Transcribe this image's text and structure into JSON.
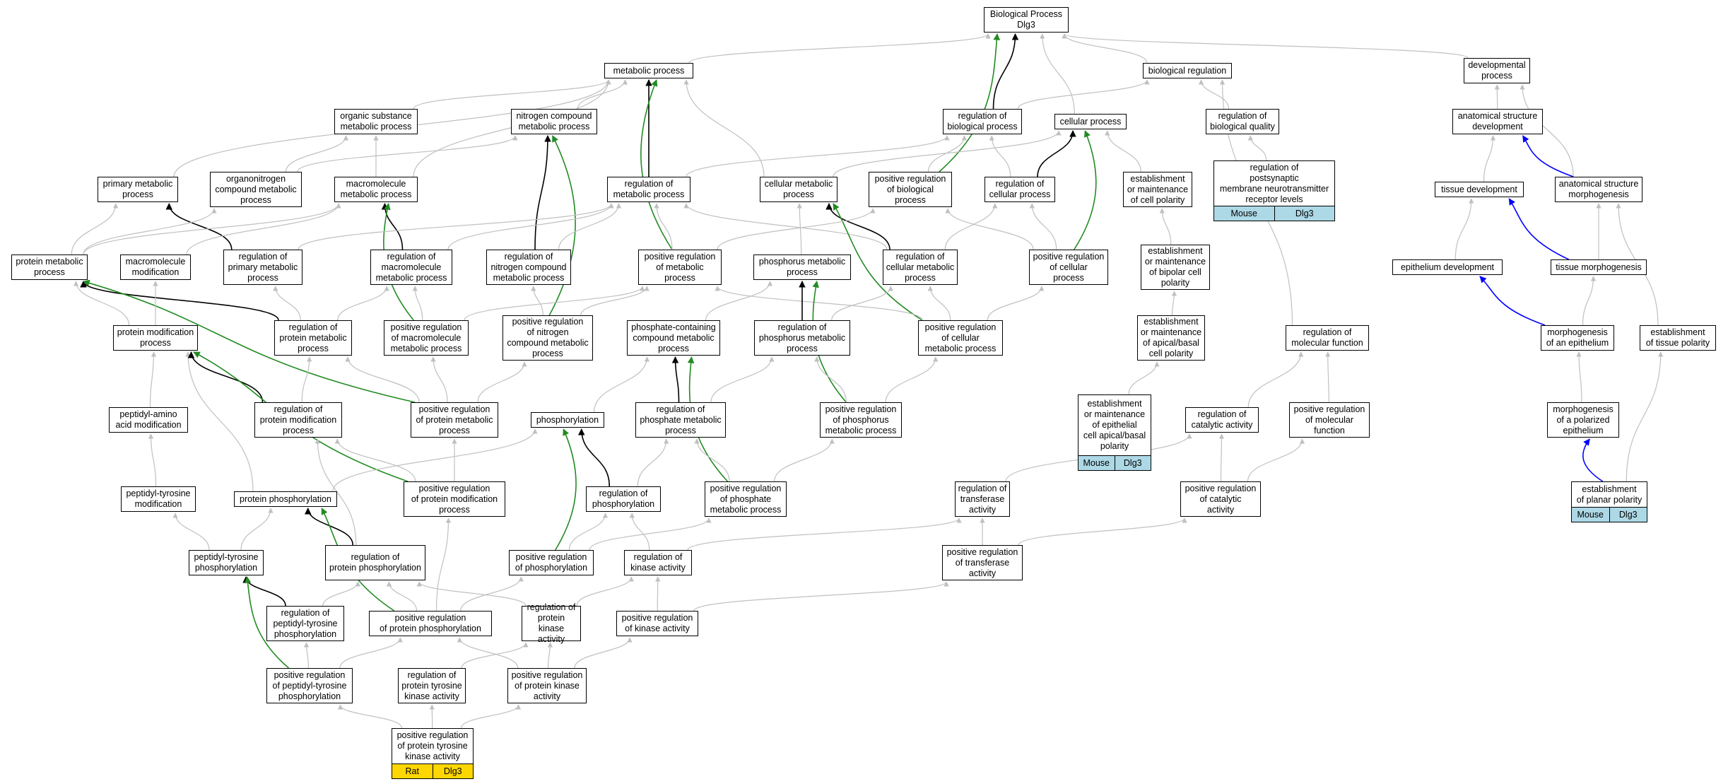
{
  "colors": {
    "gray": "#c0c0c0",
    "black": "#000000",
    "green": "#228b22",
    "blue": "#0000ff",
    "light_blue": "#add8e6",
    "gold": "#ffd700"
  },
  "nodes": [
    {
      "id": "bp",
      "label": "Biological Process\nDlg3"
    },
    {
      "id": "metabolic",
      "label": "metabolic process"
    },
    {
      "id": "bioreg",
      "label": "biological regulation"
    },
    {
      "id": "devproc",
      "label": "developmental\nprocess"
    },
    {
      "id": "orgsub",
      "label": "organic substance\nmetabolic process"
    },
    {
      "id": "nitro",
      "label": "nitrogen compound\nmetabolic process"
    },
    {
      "id": "regbio",
      "label": "regulation of\nbiological process"
    },
    {
      "id": "cellproc",
      "label": "cellular process"
    },
    {
      "id": "regqual",
      "label": "regulation of\nbiological quality"
    },
    {
      "id": "anatdev",
      "label": "anatomical structure\ndevelopment"
    },
    {
      "id": "primary",
      "label": "primary metabolic\nprocess"
    },
    {
      "id": "organonitro",
      "label": "organonitrogen\ncompound metabolic\nprocess"
    },
    {
      "id": "macro",
      "label": "macromolecule\nmetabolic process"
    },
    {
      "id": "regmeta",
      "label": "regulation of\nmetabolic process"
    },
    {
      "id": "cellmeta",
      "label": "cellular metabolic\nprocess"
    },
    {
      "id": "posregbio",
      "label": "positive regulation\nof biological\nprocess"
    },
    {
      "id": "regcell",
      "label": "regulation of\ncellular process"
    },
    {
      "id": "estpol",
      "label": "establishment\nor maintenance\nof cell polarity"
    },
    {
      "id": "regpost",
      "label": "regulation of\npostsynaptic\nmembrane neurotransmitter\nreceptor levels",
      "tags": [
        "Mouse",
        "Dlg3"
      ],
      "tag_color": "light_blue"
    },
    {
      "id": "tissdev",
      "label": "tissue development"
    },
    {
      "id": "anatmorph",
      "label": "anatomical structure\nmorphogenesis"
    },
    {
      "id": "protmeta",
      "label": "protein metabolic\nprocess"
    },
    {
      "id": "macromod",
      "label": "macromolecule\nmodification"
    },
    {
      "id": "regprim",
      "label": "regulation of\nprimary metabolic\nprocess"
    },
    {
      "id": "regmacro",
      "label": "regulation of\nmacromolecule\nmetabolic process"
    },
    {
      "id": "regnitro",
      "label": "regulation of\nnitrogen compound\nmetabolic process"
    },
    {
      "id": "posregmeta",
      "label": "positive regulation\nof metabolic\nprocess"
    },
    {
      "id": "phosmeta",
      "label": "phosphorus metabolic\nprocess"
    },
    {
      "id": "regcellmeta",
      "label": "regulation of\ncellular metabolic\nprocess"
    },
    {
      "id": "posregcell",
      "label": "positive regulation\nof cellular\nprocess"
    },
    {
      "id": "estbipolar",
      "label": "establishment\nor maintenance\nof bipolar cell\npolarity"
    },
    {
      "id": "epidev",
      "label": "epithelium development"
    },
    {
      "id": "tissmorph",
      "label": "tissue morphogenesis"
    },
    {
      "id": "protmod",
      "label": "protein modification\nprocess"
    },
    {
      "id": "regprotmeta",
      "label": "regulation of\nprotein metabolic\nprocess"
    },
    {
      "id": "posregmacro",
      "label": "positive regulation\nof macromolecule\nmetabolic process"
    },
    {
      "id": "posregnitro",
      "label": "positive regulation\nof nitrogen\ncompound metabolic\nprocess"
    },
    {
      "id": "phoscont",
      "label": "phosphate-containing\ncompound metabolic\nprocess"
    },
    {
      "id": "regphosph",
      "label": "regulation of\nphosphorus metabolic\nprocess"
    },
    {
      "id": "posregcellmeta",
      "label": "positive regulation\nof cellular\nmetabolic process"
    },
    {
      "id": "estapical",
      "label": "establishment\nor maintenance\nof apical/basal\ncell polarity"
    },
    {
      "id": "regmolfn",
      "label": "regulation of\nmolecular function"
    },
    {
      "id": "morphepi",
      "label": "morphogenesis\nof an epithelium"
    },
    {
      "id": "esttisspol",
      "label": "establishment\nof tissue polarity"
    },
    {
      "id": "peptamino",
      "label": "peptidyl-amino\nacid modification"
    },
    {
      "id": "regprotmod",
      "label": "regulation of\nprotein modification\nprocess"
    },
    {
      "id": "posregprotmeta",
      "label": "positive regulation\nof protein metabolic\nprocess"
    },
    {
      "id": "phosphorylation",
      "label": "phosphorylation"
    },
    {
      "id": "regphosphate",
      "label": "regulation of\nphosphate metabolic\nprocess"
    },
    {
      "id": "posregphosph",
      "label": "positive regulation\nof phosphorus\nmetabolic process"
    },
    {
      "id": "estepithelial",
      "label": "establishment\nor maintenance\nof epithelial\ncell apical/basal\npolarity",
      "tags": [
        "Mouse",
        "Dlg3"
      ],
      "tag_color": "light_blue"
    },
    {
      "id": "regcat",
      "label": "regulation of\ncatalytic activity"
    },
    {
      "id": "posregmolfn",
      "label": "positive regulation\nof molecular\nfunction"
    },
    {
      "id": "morphpol",
      "label": "morphogenesis\nof a polarized\nepithelium"
    },
    {
      "id": "pepttyrmod",
      "label": "peptidyl-tyrosine\nmodification"
    },
    {
      "id": "protphos",
      "label": "protein phosphorylation"
    },
    {
      "id": "posregprotmod",
      "label": "positive regulation\nof protein modification\nprocess"
    },
    {
      "id": "regphosphoryl",
      "label": "regulation of\nphosphorylation"
    },
    {
      "id": "posregphosphate",
      "label": "positive regulation\nof phosphate\nmetabolic process"
    },
    {
      "id": "regtrans",
      "label": "regulation of\ntransferase\nactivity"
    },
    {
      "id": "posregcat",
      "label": "positive regulation\nof catalytic\nactivity"
    },
    {
      "id": "estplanar",
      "label": "establishment\nof planar polarity",
      "tags": [
        "Mouse",
        "Dlg3"
      ],
      "tag_color": "light_blue"
    },
    {
      "id": "pepttyrphos",
      "label": "peptidyl-tyrosine\nphosphorylation"
    },
    {
      "id": "regprotphos",
      "label": "regulation of\nprotein phosphorylation"
    },
    {
      "id": "posregphosphoryl",
      "label": "positive regulation\nof phosphorylation"
    },
    {
      "id": "regkinase",
      "label": "regulation of\nkinase activity"
    },
    {
      "id": "posregtrans",
      "label": "positive regulation\nof transferase\nactivity"
    },
    {
      "id": "regpepttyr",
      "label": "regulation of\npeptidyl-tyrosine\nphosphorylation"
    },
    {
      "id": "posregprotphos",
      "label": "positive regulation\nof protein phosphorylation"
    },
    {
      "id": "regprotkinase",
      "label": "regulation of\nprotein kinase\nactivity"
    },
    {
      "id": "posregkinase",
      "label": "positive regulation\nof kinase activity"
    },
    {
      "id": "posregpepttyr",
      "label": "positive regulation\nof peptidyl-tyrosine\nphosphorylation"
    },
    {
      "id": "regprottyr",
      "label": "regulation of\nprotein tyrosine\nkinase activity"
    },
    {
      "id": "posregprotkinase",
      "label": "positive regulation\nof protein kinase\nactivity"
    },
    {
      "id": "posregprottyr",
      "label": "positive regulation\nof protein tyrosine\nkinase activity",
      "tags": [
        "Rat",
        "Dlg3"
      ],
      "tag_color": "gold"
    }
  ],
  "edges": [
    [
      "metabolic",
      "bp",
      "gray"
    ],
    [
      "bioreg",
      "bp",
      "gray"
    ],
    [
      "devproc",
      "bp",
      "gray"
    ],
    [
      "cellproc",
      "bp",
      "gray"
    ],
    [
      "regbio",
      "bp",
      "black"
    ],
    [
      "posregbio",
      "bp",
      "green"
    ],
    [
      "orgsub",
      "metabolic",
      "gray"
    ],
    [
      "nitro",
      "metabolic",
      "gray"
    ],
    [
      "primary",
      "metabolic",
      "gray"
    ],
    [
      "macro",
      "metabolic",
      "gray"
    ],
    [
      "cellmeta",
      "metabolic",
      "gray"
    ],
    [
      "regmeta",
      "metabolic",
      "black"
    ],
    [
      "posregmeta",
      "metabolic",
      "green"
    ],
    [
      "regbio",
      "bioreg",
      "gray"
    ],
    [
      "regqual",
      "bioreg",
      "gray"
    ],
    [
      "regmolfn",
      "bioreg",
      "gray"
    ],
    [
      "anatdev",
      "devproc",
      "gray"
    ],
    [
      "anatmorph",
      "devproc",
      "gray"
    ],
    [
      "organonitro",
      "orgsub",
      "gray"
    ],
    [
      "macro",
      "orgsub",
      "gray"
    ],
    [
      "organonitro",
      "nitro",
      "gray"
    ],
    [
      "regnitro",
      "nitro",
      "black"
    ],
    [
      "posregnitro",
      "nitro",
      "green"
    ],
    [
      "regmeta",
      "regbio",
      "gray"
    ],
    [
      "posregbio",
      "regbio",
      "gray"
    ],
    [
      "regcell",
      "regbio",
      "gray"
    ],
    [
      "cellmeta",
      "cellproc",
      "gray"
    ],
    [
      "estpol",
      "cellproc",
      "gray"
    ],
    [
      "regcell",
      "cellproc",
      "black"
    ],
    [
      "posregcell",
      "cellproc",
      "green"
    ],
    [
      "regpost",
      "regqual",
      "gray"
    ],
    [
      "tissdev",
      "anatdev",
      "gray"
    ],
    [
      "anatmorph",
      "anatdev",
      "blue"
    ],
    [
      "protmeta",
      "primary",
      "gray"
    ],
    [
      "regprim",
      "primary",
      "black"
    ],
    [
      "protmeta",
      "organonitro",
      "gray"
    ],
    [
      "protmeta",
      "macro",
      "gray"
    ],
    [
      "macromod",
      "macro",
      "gray"
    ],
    [
      "regmacro",
      "macro",
      "black"
    ],
    [
      "posregmacro",
      "macro",
      "green"
    ],
    [
      "regprim",
      "regmeta",
      "gray"
    ],
    [
      "regmacro",
      "regmeta",
      "gray"
    ],
    [
      "regnitro",
      "regmeta",
      "gray"
    ],
    [
      "posregmeta",
      "regmeta",
      "gray"
    ],
    [
      "regcellmeta",
      "regmeta",
      "gray"
    ],
    [
      "phosmeta",
      "cellmeta",
      "gray"
    ],
    [
      "regcellmeta",
      "cellmeta",
      "black"
    ],
    [
      "posregcellmeta",
      "cellmeta",
      "green"
    ],
    [
      "posregmeta",
      "posregbio",
      "gray"
    ],
    [
      "posregcell",
      "posregbio",
      "gray"
    ],
    [
      "regcellmeta",
      "regcell",
      "gray"
    ],
    [
      "posregcell",
      "regcell",
      "gray"
    ],
    [
      "estbipolar",
      "estpol",
      "gray"
    ],
    [
      "epidev",
      "tissdev",
      "gray"
    ],
    [
      "tissmorph",
      "tissdev",
      "blue"
    ],
    [
      "tissmorph",
      "anatmorph",
      "gray"
    ],
    [
      "esttisspol",
      "anatmorph",
      "gray"
    ],
    [
      "protmod",
      "protmeta",
      "gray"
    ],
    [
      "regprotmeta",
      "protmeta",
      "black"
    ],
    [
      "posregprotmeta",
      "protmeta",
      "green"
    ],
    [
      "protmod",
      "macromod",
      "gray"
    ],
    [
      "regprotmeta",
      "regprim",
      "gray"
    ],
    [
      "regprotmeta",
      "regmacro",
      "gray"
    ],
    [
      "posregmacro",
      "regmacro",
      "gray"
    ],
    [
      "posregnitro",
      "regnitro",
      "gray"
    ],
    [
      "posregmacro",
      "posregmeta",
      "gray"
    ],
    [
      "posregnitro",
      "posregmeta",
      "gray"
    ],
    [
      "posregcellmeta",
      "posregmeta",
      "gray"
    ],
    [
      "phoscont",
      "phosmeta",
      "gray"
    ],
    [
      "regphosph",
      "phosmeta",
      "black"
    ],
    [
      "posregphosph",
      "phosmeta",
      "green"
    ],
    [
      "regphosph",
      "regcellmeta",
      "gray"
    ],
    [
      "posregcellmeta",
      "regcellmeta",
      "gray"
    ],
    [
      "posregcellmeta",
      "posregcell",
      "gray"
    ],
    [
      "estapical",
      "estbipolar",
      "gray"
    ],
    [
      "morphepi",
      "epidev",
      "blue"
    ],
    [
      "morphepi",
      "tissmorph",
      "gray"
    ],
    [
      "peptamino",
      "protmod",
      "gray"
    ],
    [
      "protphos",
      "protmod",
      "gray"
    ],
    [
      "regprotmod",
      "protmod",
      "black"
    ],
    [
      "posregprotmod",
      "protmod",
      "green"
    ],
    [
      "regprotmod",
      "regprotmeta",
      "gray"
    ],
    [
      "posregprotmeta",
      "regprotmeta",
      "gray"
    ],
    [
      "posregprotmeta",
      "posregmacro",
      "gray"
    ],
    [
      "posregprotmeta",
      "posregnitro",
      "gray"
    ],
    [
      "phosphorylation",
      "phoscont",
      "gray"
    ],
    [
      "regphosphate",
      "phoscont",
      "black"
    ],
    [
      "posregphosphate",
      "phoscont",
      "green"
    ],
    [
      "regphosphate",
      "regphosph",
      "gray"
    ],
    [
      "posregphosph",
      "regphosph",
      "gray"
    ],
    [
      "posregphosph",
      "posregcellmeta",
      "gray"
    ],
    [
      "estepithelial",
      "estapical",
      "gray"
    ],
    [
      "regcat",
      "regmolfn",
      "gray"
    ],
    [
      "posregmolfn",
      "regmolfn",
      "gray"
    ],
    [
      "morphpol",
      "morphepi",
      "gray"
    ],
    [
      "estplanar",
      "morphpol",
      "blue"
    ],
    [
      "estplanar",
      "esttisspol",
      "gray"
    ],
    [
      "pepttyrmod",
      "peptamino",
      "gray"
    ],
    [
      "posregprotmod",
      "regprotmod",
      "gray"
    ],
    [
      "regprotphos",
      "regprotmod",
      "gray"
    ],
    [
      "posregprotmod",
      "posregprotmeta",
      "gray"
    ],
    [
      "protphos",
      "phosphorylation",
      "gray"
    ],
    [
      "regphosphoryl",
      "phosphorylation",
      "black"
    ],
    [
      "posregphosphoryl",
      "phosphorylation",
      "green"
    ],
    [
      "regphosphoryl",
      "regphosphate",
      "gray"
    ],
    [
      "posregphosphate",
      "regphosphate",
      "gray"
    ],
    [
      "posregphosphate",
      "posregphosph",
      "gray"
    ],
    [
      "regtrans",
      "regcat",
      "gray"
    ],
    [
      "posregcat",
      "regcat",
      "gray"
    ],
    [
      "posregcat",
      "posregmolfn",
      "gray"
    ],
    [
      "pepttyrphos",
      "pepttyrmod",
      "gray"
    ],
    [
      "pepttyrphos",
      "protphos",
      "gray"
    ],
    [
      "regprotphos",
      "protphos",
      "black"
    ],
    [
      "posregprotphos",
      "protphos",
      "green"
    ],
    [
      "posregprotphos",
      "posregprotmod",
      "gray"
    ],
    [
      "regkinase",
      "regphosphoryl",
      "gray"
    ],
    [
      "posregphosphoryl",
      "regphosphoryl",
      "gray"
    ],
    [
      "posregphosphoryl",
      "posregphosphate",
      "gray"
    ],
    [
      "posregtrans",
      "regtrans",
      "gray"
    ],
    [
      "regkinase",
      "regtrans",
      "gray"
    ],
    [
      "posregtrans",
      "posregcat",
      "gray"
    ],
    [
      "regpepttyr",
      "pepttyrphos",
      "black"
    ],
    [
      "posregpepttyr",
      "pepttyrphos",
      "green"
    ],
    [
      "regpepttyr",
      "regprotphos",
      "gray"
    ],
    [
      "posregprotphos",
      "regprotphos",
      "gray"
    ],
    [
      "regprotkinase",
      "regprotphos",
      "gray"
    ],
    [
      "posregprotphos",
      "posregphosphoryl",
      "gray"
    ],
    [
      "regprotkinase",
      "regkinase",
      "gray"
    ],
    [
      "posregkinase",
      "regkinase",
      "gray"
    ],
    [
      "posregkinase",
      "posregtrans",
      "gray"
    ],
    [
      "posregpepttyr",
      "regpepttyr",
      "gray"
    ],
    [
      "posregpepttyr",
      "posregprotphos",
      "gray"
    ],
    [
      "posregprotkinase",
      "posregprotphos",
      "gray"
    ],
    [
      "regprottyr",
      "regprotkinase",
      "gray"
    ],
    [
      "posregprotkinase",
      "regprotkinase",
      "gray"
    ],
    [
      "posregprotkinase",
      "posregkinase",
      "gray"
    ],
    [
      "posregprottyr",
      "posregpepttyr",
      "gray"
    ],
    [
      "posregprottyr",
      "regprottyr",
      "gray"
    ],
    [
      "posregprottyr",
      "posregprotkinase",
      "gray"
    ]
  ]
}
